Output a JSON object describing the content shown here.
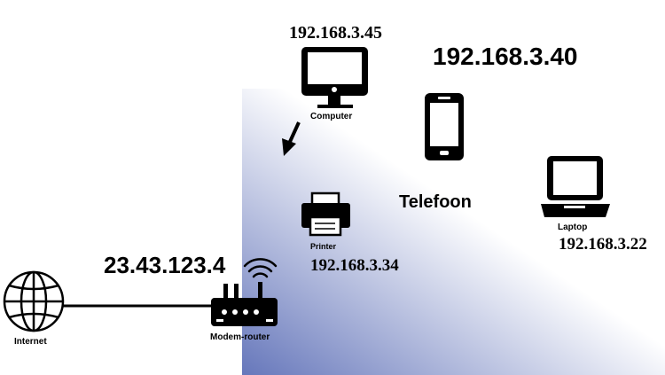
{
  "diagram": {
    "background_gradient": {
      "from": "#6677bb",
      "to": "#ffffff"
    },
    "line_color": "#000000",
    "nodes": {
      "internet": {
        "label": "Internet",
        "icon": "globe-icon"
      },
      "router": {
        "label": "Modem-router",
        "ip": "23.43.123.4",
        "icon": "router-icon"
      },
      "computer": {
        "label": "Computer",
        "ip": "192.168.3.45",
        "icon": "monitor-icon"
      },
      "phone": {
        "label": "Telefoon",
        "ip": "192.168.3.40",
        "icon": "smartphone-icon"
      },
      "printer": {
        "label": "Printer",
        "ip": "192.168.3.34",
        "icon": "printer-icon"
      },
      "laptop": {
        "label": "Laptop",
        "ip": "192.168.3.22",
        "icon": "laptop-icon"
      }
    },
    "arrow": {
      "from": "computer",
      "to": "printer",
      "icon": "arrow-icon"
    }
  }
}
